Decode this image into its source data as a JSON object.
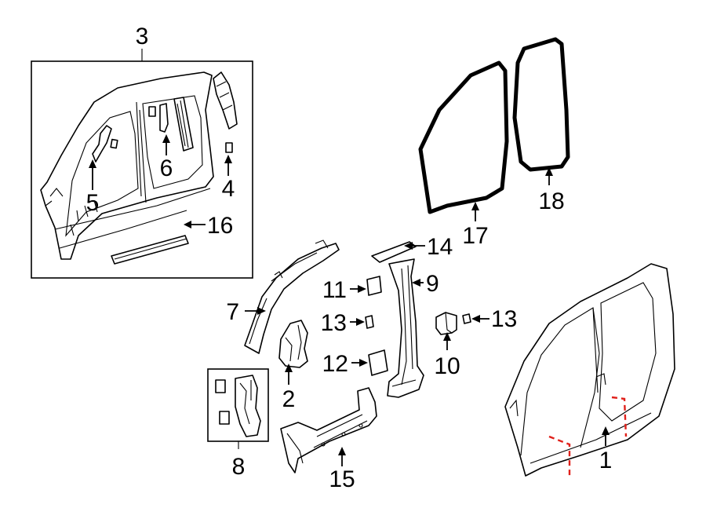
{
  "callouts": {
    "c1": "1",
    "c2": "2",
    "c3": "3",
    "c4": "4",
    "c5": "5",
    "c6": "6",
    "c7": "7",
    "c8": "8",
    "c9": "9",
    "c10": "10",
    "c11": "11",
    "c12": "12",
    "c13a": "13",
    "c13b": "13",
    "c14": "14",
    "c15": "15",
    "c16": "16",
    "c17": "17",
    "c18": "18"
  },
  "colors": {
    "line": "#000000",
    "cut_line": "#e0201a",
    "background": "#ffffff"
  }
}
